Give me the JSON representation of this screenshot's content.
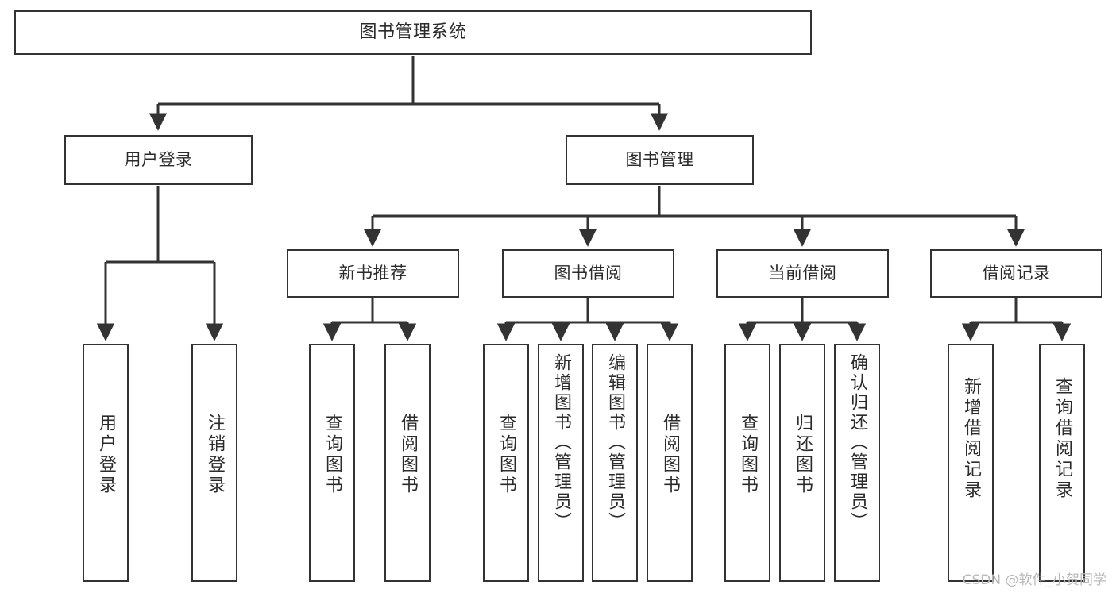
{
  "diagram": {
    "title": "图书管理系统",
    "type": "tree",
    "orientation": "top-down",
    "line_color": "#333333",
    "box_border_color": "#333333",
    "box_fill_color": "#ffffff",
    "text_color": "#2b2b2b",
    "background_color": "#ffffff"
  },
  "root": {
    "label": "图书管理系统"
  },
  "level2": [
    {
      "id": "user-login",
      "label": "用户登录"
    },
    {
      "id": "book-management",
      "label": "图书管理"
    }
  ],
  "level3": [
    {
      "id": "new-book-recommend",
      "label": "新书推荐"
    },
    {
      "id": "book-borrow",
      "label": "图书借阅"
    },
    {
      "id": "current-borrow",
      "label": "当前借阅"
    },
    {
      "id": "borrow-record",
      "label": "借阅记录"
    }
  ],
  "leaves": {
    "user_login": [
      {
        "id": "leaf-user-login",
        "label": "用户登录"
      },
      {
        "id": "leaf-logout-login",
        "label": "注销登录"
      }
    ],
    "new_book_recommend": [
      {
        "id": "leaf-query-book-1",
        "label": "查询图书"
      },
      {
        "id": "leaf-borrow-book-1",
        "label": "借阅图书"
      }
    ],
    "book_borrow": [
      {
        "id": "leaf-query-book-2",
        "label": "查询图书"
      },
      {
        "id": "leaf-add-book",
        "label": "新增图书（管理员）"
      },
      {
        "id": "leaf-edit-book",
        "label": "编辑图书（管理员）"
      },
      {
        "id": "leaf-borrow-book-2",
        "label": "借阅图书"
      }
    ],
    "current_borrow": [
      {
        "id": "leaf-query-book-3",
        "label": "查询图书"
      },
      {
        "id": "leaf-return-book",
        "label": "归还图书"
      },
      {
        "id": "leaf-confirm-return",
        "label": "确认归还（管理员）"
      }
    ],
    "borrow_record": [
      {
        "id": "leaf-add-record",
        "label": "新增借阅记录"
      },
      {
        "id": "leaf-query-record",
        "label": "查询借阅记录"
      }
    ]
  },
  "watermark": {
    "text": "CSDN @软件_小贺同学"
  }
}
